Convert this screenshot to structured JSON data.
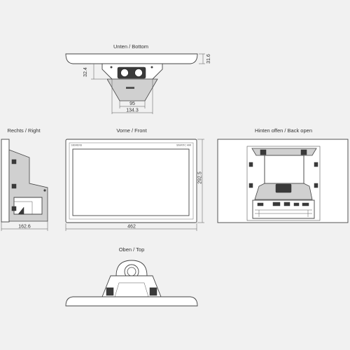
{
  "views": {
    "bottom": {
      "title": "Unten / Bottom"
    },
    "right": {
      "title": "Rechts / Right"
    },
    "front": {
      "title": "Vorne / Front",
      "logo_text": "SIEMENS",
      "model_text": "SIMATIC HMI"
    },
    "back": {
      "title": "Hinten offen / Back open"
    },
    "top": {
      "title": "Oben / Top"
    }
  },
  "dimensions": {
    "bottom_height": "31.6",
    "bottom_depth": "32.4",
    "bottom_inner_width": "95",
    "bottom_outer_width": "134.3",
    "right_depth": "162.6",
    "front_width": "462",
    "front_height": "292.5"
  },
  "colors": {
    "background": "#f1f1f1",
    "line": "#444444",
    "mount": "#d0d0d0"
  }
}
